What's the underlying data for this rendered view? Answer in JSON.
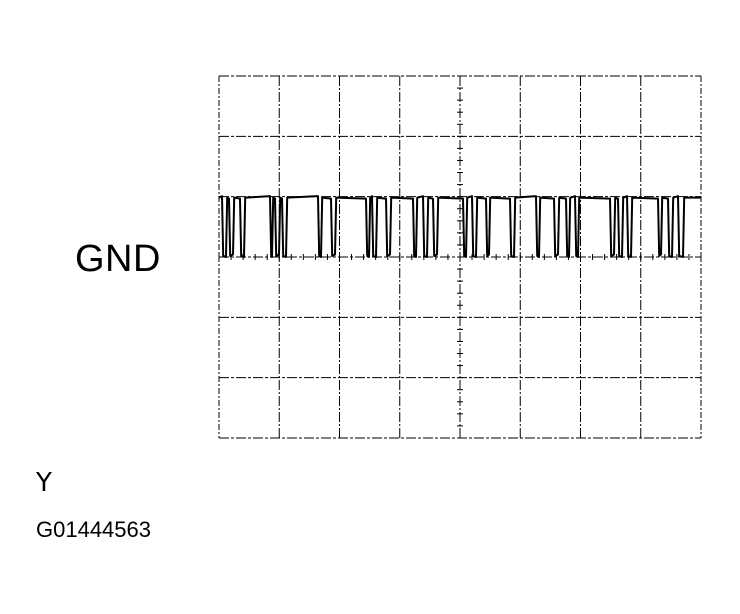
{
  "scope": {
    "ground_marker": "GND",
    "grid": {
      "columns": 8,
      "rows": 6
    },
    "trace_color": "#000000",
    "grid_color": "#000000"
  },
  "footer": {
    "marker": "Y",
    "figure_id": "G01444563"
  }
}
